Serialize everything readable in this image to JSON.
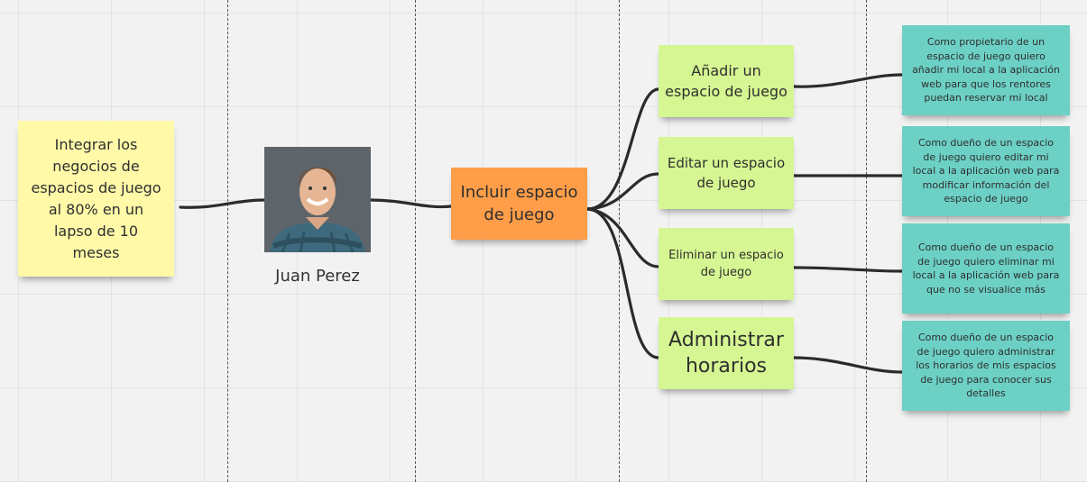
{
  "goal": {
    "text": "Integrar los negocios de espacios de juego al 80% en un lapso de 10 meses"
  },
  "persona": {
    "name": "Juan Perez"
  },
  "epic": {
    "text": "Incluir espacio de juego"
  },
  "features": [
    {
      "text": "Añadir un espacio de juego"
    },
    {
      "text": "Editar un espacio de juego"
    },
    {
      "text": "Eliminar un espacio de juego"
    },
    {
      "text": "Administrar horarios"
    }
  ],
  "stories": [
    {
      "text": "Como propietario de un espacio de juego quiero añadir mi local a la aplicación web para que los rentores puedan reservar mi local"
    },
    {
      "text": "Como dueño de un espacio de juego quiero editar mi local a la aplicación web para modificar información del espacio de juego"
    },
    {
      "text": "Como dueño de un espacio de juego quiero eliminar mi local a la aplicación web para que no se visualice más"
    },
    {
      "text": "Como dueño de un espacio de juego quiero administrar los horarios de mis espacios de juego para conocer sus detalles"
    }
  ],
  "colors": {
    "goal": "#fff9a8",
    "epic": "#ff9d48",
    "feature": "#d5f692",
    "story": "#6cd0c5"
  }
}
